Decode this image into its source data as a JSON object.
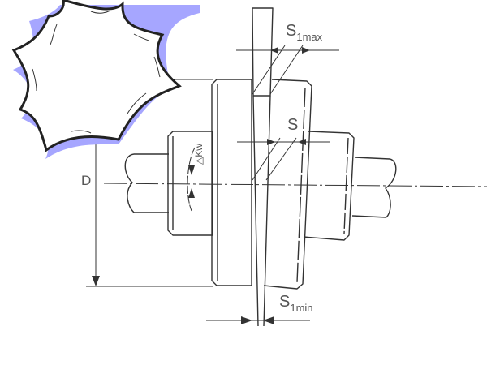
{
  "diagram": {
    "title": "Shaft coupling alignment: axial gap and angular misalignment",
    "labels": {
      "s1max": {
        "main": "S",
        "sub": "1max"
      },
      "s": {
        "main": "S",
        "sub": ""
      },
      "s1min": {
        "main": "S",
        "sub": "1min"
      },
      "d": {
        "main": "D",
        "sub": ""
      },
      "delta_kw": {
        "main": "△Kw",
        "sub": ""
      }
    },
    "colors": {
      "line": "#333333",
      "text": "#555555",
      "starburst_shadow": "#a6a6ff",
      "background": "#ffffff"
    }
  },
  "decoration": {
    "shape": "starburst-callout",
    "text": ""
  }
}
